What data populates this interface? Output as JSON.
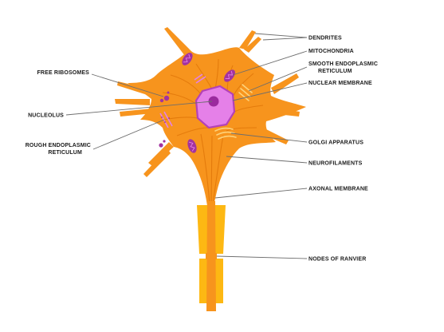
{
  "labels": {
    "dendrites": "DENDRITES",
    "mitochondria": "MITOCHONDRIA",
    "smooth_er_line1": "SMOOTH ENDOPLASMIC",
    "smooth_er_line2": "RETICULUM",
    "nuclear_membrane": "NUCLEAR MEMBRANE",
    "golgi": "GOLGI APPARATUS",
    "neurofilaments": "NEUROFILAMENTS",
    "axonal_membrane": "AXONAL MEMBRANE",
    "nodes_of_ranvier": "NODES OF RANVIER",
    "free_ribosomes": "FREE RIBOSOMES",
    "nucleolus": "NUCLEOLUS",
    "rough_er_line1": "ROUGH ENDOPLASMIC",
    "rough_er_line2": "RETICULUM"
  },
  "colors": {
    "cell_body": "#f7941d",
    "cell_shade": "#e2790b",
    "axon_sheath": "#fdb813",
    "axon_core": "#f7941d",
    "nucleus": "#e580e8",
    "nucleus_edge": "#b342b8",
    "nucleolus": "#9a2a9e",
    "organelle": "#a3339f",
    "leader": "#6d6d6d"
  }
}
